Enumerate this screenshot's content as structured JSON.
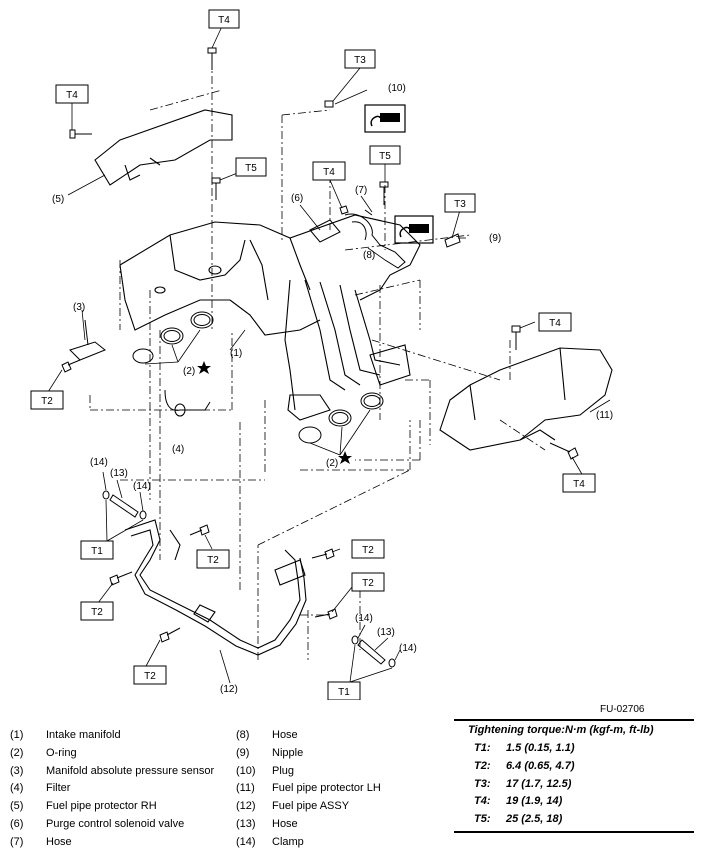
{
  "figure_id": "FU-02706",
  "callouts": {
    "c1": "(1)",
    "c2a": "(2)",
    "c2b": "(2)",
    "c3": "(3)",
    "c4": "(4)",
    "c5": "(5)",
    "c6": "(6)",
    "c7": "(7)",
    "c8": "(8)",
    "c9": "(9)",
    "c10": "(10)",
    "c11": "(11)",
    "c12": "(12)",
    "c13a": "(13)",
    "c13b": "(13)",
    "c14a": "(14)",
    "c14b": "(14)",
    "c14c": "(14)",
    "c14d": "(14)"
  },
  "torque_boxes": {
    "t4_top": "T4",
    "t4_left": "T4",
    "t5_left": "T5",
    "t3_top": "T3",
    "t4_mid": "T4",
    "t5_mid": "T5",
    "t3_right": "T3",
    "t4_right_top": "T4",
    "t4_right_bottom": "T4",
    "t2_left": "T2",
    "t1_left": "T1",
    "t2_mid": "T2",
    "t2_lower": "T2",
    "t2_bottom": "T2",
    "t2_right_a": "T2",
    "t2_right_b": "T2",
    "t1_right": "T1"
  },
  "legend_left": [
    {
      "num": "(1)",
      "name": "Intake manifold"
    },
    {
      "num": "(2)",
      "name": "O-ring"
    },
    {
      "num": "(3)",
      "name": "Manifold absolute pressure sensor"
    },
    {
      "num": "(4)",
      "name": "Filter"
    },
    {
      "num": "(5)",
      "name": "Fuel pipe protector RH"
    },
    {
      "num": "(6)",
      "name": "Purge control solenoid valve"
    },
    {
      "num": "(7)",
      "name": "Hose"
    }
  ],
  "legend_right": [
    {
      "num": "(8)",
      "name": "Hose"
    },
    {
      "num": "(9)",
      "name": "Nipple"
    },
    {
      "num": "(10)",
      "name": "Plug"
    },
    {
      "num": "(11)",
      "name": "Fuel pipe protector LH"
    },
    {
      "num": "(12)",
      "name": "Fuel pipe ASSY"
    },
    {
      "num": "(13)",
      "name": "Hose"
    },
    {
      "num": "(14)",
      "name": "Clamp"
    }
  ],
  "torque_table": {
    "title": "Tightening torque:N·m (kgf-m, ft-lb)",
    "rows": [
      {
        "key": "T1:",
        "value": "1.5 (0.15, 1.1)"
      },
      {
        "key": "T2:",
        "value": "6.4 (0.65, 4.7)"
      },
      {
        "key": "T3:",
        "value": "17 (1.7, 12.5)"
      },
      {
        "key": "T4:",
        "value": "19 (1.9, 14)"
      },
      {
        "key": "T5:",
        "value": "25 (2.5, 18)"
      }
    ]
  }
}
